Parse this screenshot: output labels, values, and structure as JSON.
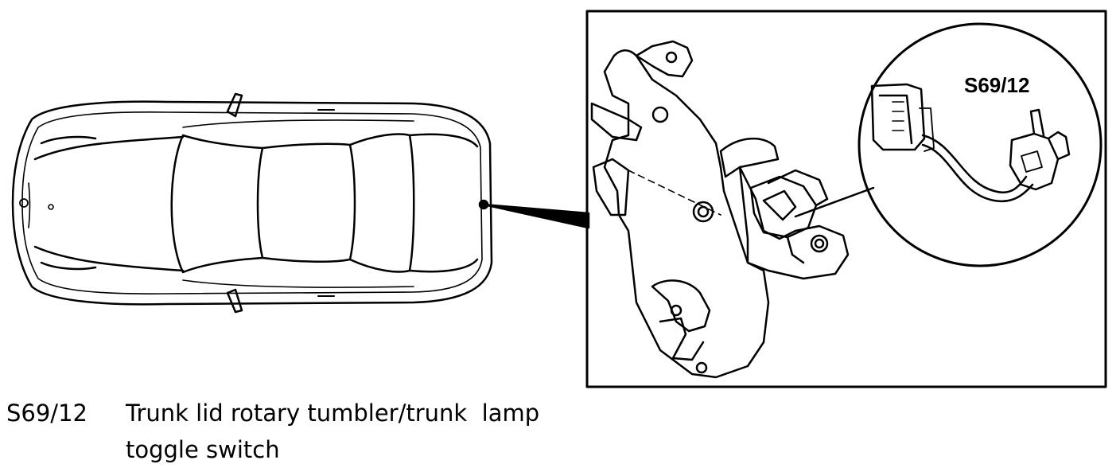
{
  "caption": {
    "code": "S69/12",
    "description_line1": "Trunk lid rotary tumbler/trunk  lamp",
    "description_line2": "toggle switch"
  },
  "callout_label": "S69/12"
}
